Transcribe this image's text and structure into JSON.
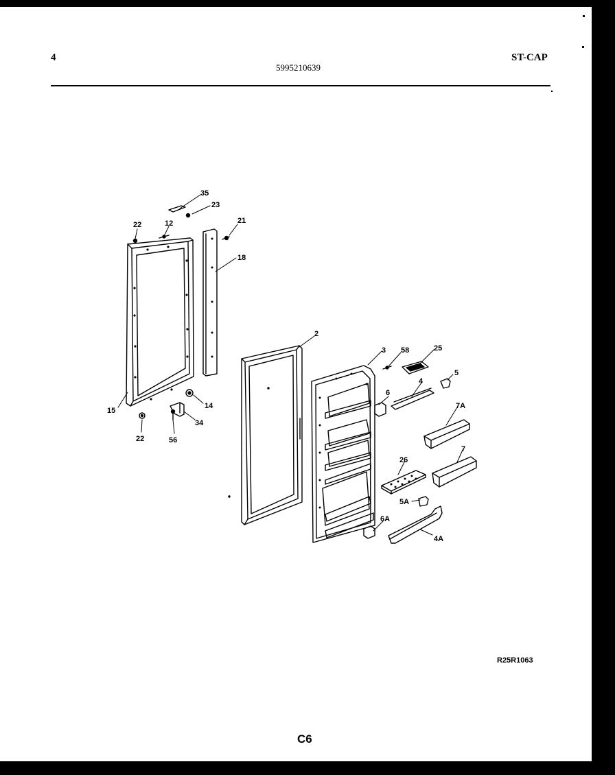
{
  "header": {
    "page_number": "4",
    "model_number": "5995210639",
    "section_code": "ST-CAP"
  },
  "diagram": {
    "parts": [
      {
        "id": "inner-panel-frame",
        "label": "15"
      },
      {
        "id": "top-screw-left",
        "label": "22"
      },
      {
        "id": "bottom-screw-left",
        "label": "22"
      },
      {
        "id": "small-screw",
        "label": "12"
      },
      {
        "id": "top-bracket",
        "label": "35"
      },
      {
        "id": "top-fastener",
        "label": "23"
      },
      {
        "id": "side-screw",
        "label": "21"
      },
      {
        "id": "side-strip",
        "label": "18"
      },
      {
        "id": "hinge-cap",
        "label": "14"
      },
      {
        "id": "hinge-pin",
        "label": "34"
      },
      {
        "id": "hinge-screw",
        "label": "56"
      },
      {
        "id": "door-gasket",
        "label": "2"
      },
      {
        "id": "door-liner",
        "label": "3"
      },
      {
        "id": "liner-screw",
        "label": "58"
      },
      {
        "id": "dairy-cover",
        "label": "25"
      },
      {
        "id": "shelf-end-right",
        "label": "5"
      },
      {
        "id": "shelf-rail",
        "label": "4"
      },
      {
        "id": "shelf-end-left",
        "label": "6"
      },
      {
        "id": "door-shelf-upper",
        "label": "7A"
      },
      {
        "id": "door-shelf-lower",
        "label": "7"
      },
      {
        "id": "egg-tray",
        "label": "26"
      },
      {
        "id": "bottom-end-right",
        "label": "5A"
      },
      {
        "id": "bottom-end-left",
        "label": "6A"
      },
      {
        "id": "bottom-rail",
        "label": "4A"
      }
    ]
  },
  "footer": {
    "drawing_code": "R25R1063",
    "page_code": "C6"
  }
}
